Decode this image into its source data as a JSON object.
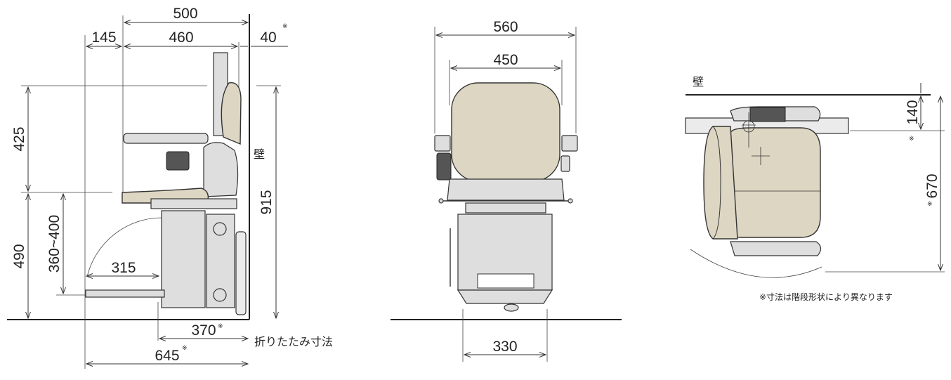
{
  "side_view": {
    "dim_500": "500",
    "dim_145": "145",
    "dim_460": "460",
    "dim_40": "40",
    "dim_425": "425",
    "dim_490": "490",
    "dim_360_400": "360~400",
    "dim_915": "915",
    "dim_315": "315",
    "dim_370": "370",
    "dim_645": "645",
    "wall_label": "壁",
    "folded_label": "折りたたみ寸法"
  },
  "front_view": {
    "dim_560": "560",
    "dim_450": "450",
    "dim_330": "330"
  },
  "top_view": {
    "wall_label": "壁",
    "dim_140": "140",
    "dim_670": "670",
    "note": "※寸法は階段形状により異なります"
  },
  "marker": "※",
  "colors": {
    "seat": "#ddd6c2",
    "metal": "#dedede",
    "line": "#222222"
  }
}
